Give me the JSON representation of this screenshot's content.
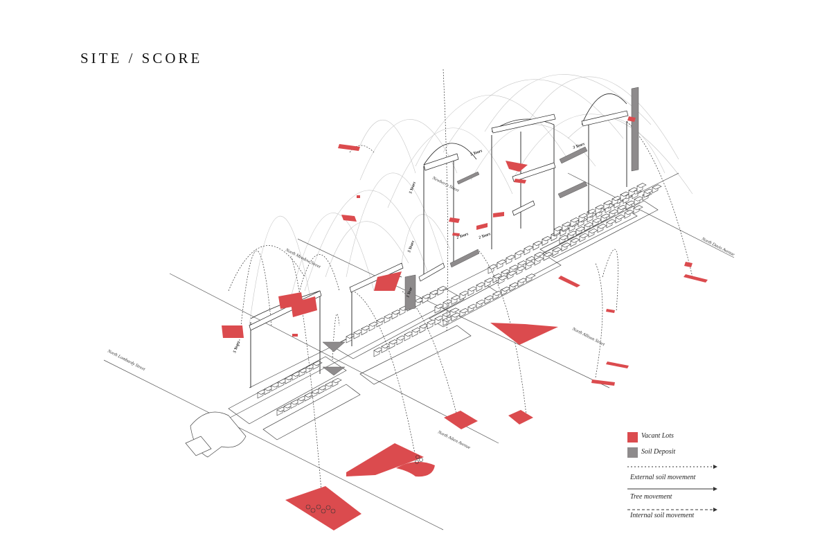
{
  "title": "SITE / SCORE",
  "colors": {
    "vacant_lot": "#db4b4e",
    "soil_deposit": "#8e8b8c",
    "line": "#333333",
    "arc": "#b9b9b9"
  },
  "streets": {
    "north_lombardy": "North Lombardy Street",
    "north_aiken": "North Aiken Avenue",
    "north_allison": "North Allison Street",
    "north_davis": "North Davis Avenue",
    "north_meadow": "North Meadow Street",
    "newberry": "Newberry Street"
  },
  "duration_labels": {
    "y5": "5 Years",
    "y2": "2 Years",
    "y1": "1 Year",
    "y3": "3 Years"
  },
  "legend": {
    "vacant_lots": "Vacant Lots",
    "soil_deposit": "Soil Deposit",
    "external_soil": "External soil movement",
    "tree_movement": "Tree movement",
    "internal_soil": "Internal soil movement"
  }
}
